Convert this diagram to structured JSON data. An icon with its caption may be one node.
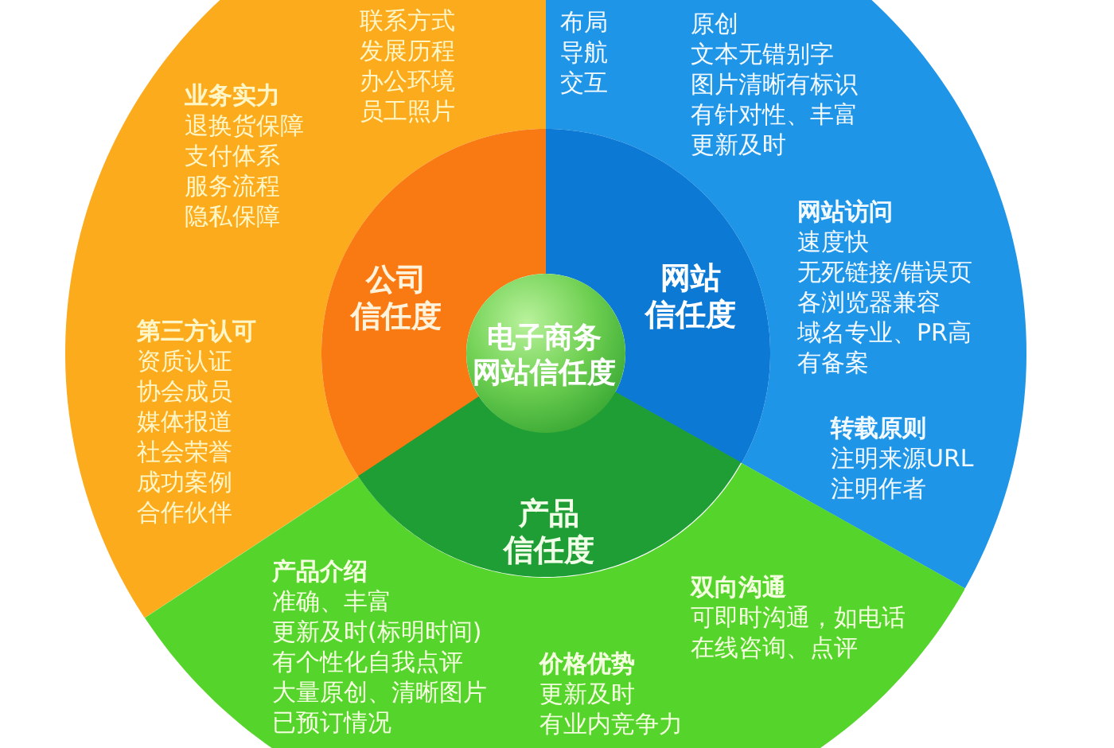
{
  "diagram": {
    "nodes": [
      {
        "text": [
          "联系方式",
          "发展历程",
          "办公环境",
          "员工照片",
          "业务实力",
          "退换货保障",
          "支付体系",
          "服务流程",
          "隐私保障",
          "第三方认可",
          "资质认证",
          "协会成员",
          "媒体报道",
          "社会荣誉",
          "成功案例",
          "合作伙伴"
        ]
      },
      {
        "text": [
          "布局",
          "导航",
          "交互",
          "原创",
          "文本无错别字",
          "图片清晰有标识",
          "有针对性、丰富",
          "更新及时",
          "网站访问",
          "速度快",
          "无死链接/错误页",
          "各浏览器兼容",
          "域名专业、PR高",
          "有备案",
          "转载原则",
          "注明来源URL",
          "注明作者"
        ]
      },
      {
        "text": [
          "公司信任度"
        ]
      },
      {
        "text": [
          "网站信任度"
        ]
      },
      {
        "text": [
          "电子商务网站信任度"
        ]
      },
      {
        "text": [
          "产品信任度"
        ]
      },
      {
        "text": [
          "产品介绍",
          "准确、丰富",
          "更新及时(标明时间)",
          "有个性化自我点评",
          "大量原创、清晰图片",
          "已预订情况",
          "双向沟通",
          "可即时沟通，如电话",
          "在线咨询、点评",
          "价格优势",
          "更新及时",
          "有业内竞争力"
        ]
      }
    ]
  }
}
